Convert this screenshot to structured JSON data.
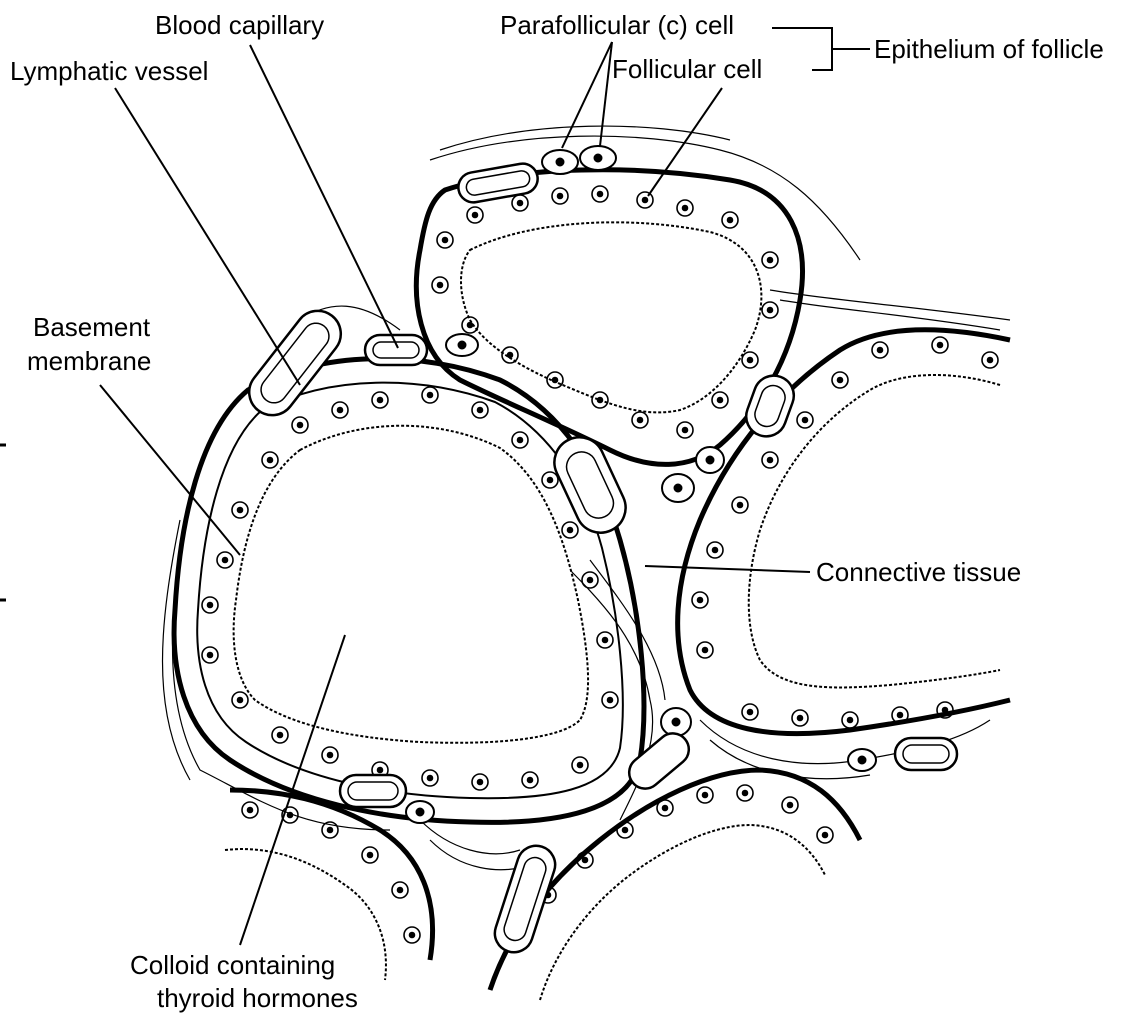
{
  "labels": {
    "blood_capillary": "Blood capillary",
    "lymphatic_vessel": "Lymphatic vessel",
    "parafollicular_cell": "Parafollicular (c) cell",
    "follicular_cell": "Follicular cell",
    "epithelium_of_follicle": "Epithelium of follicle",
    "basement_membrane_line1": "Basement",
    "basement_membrane_line2": "membrane",
    "connective_tissue": "Connective tissue",
    "colloid_line1": "Colloid containing",
    "colloid_line2": "thyroid hormones"
  },
  "colors": {
    "ink": "#000000",
    "paper": "#ffffff"
  }
}
